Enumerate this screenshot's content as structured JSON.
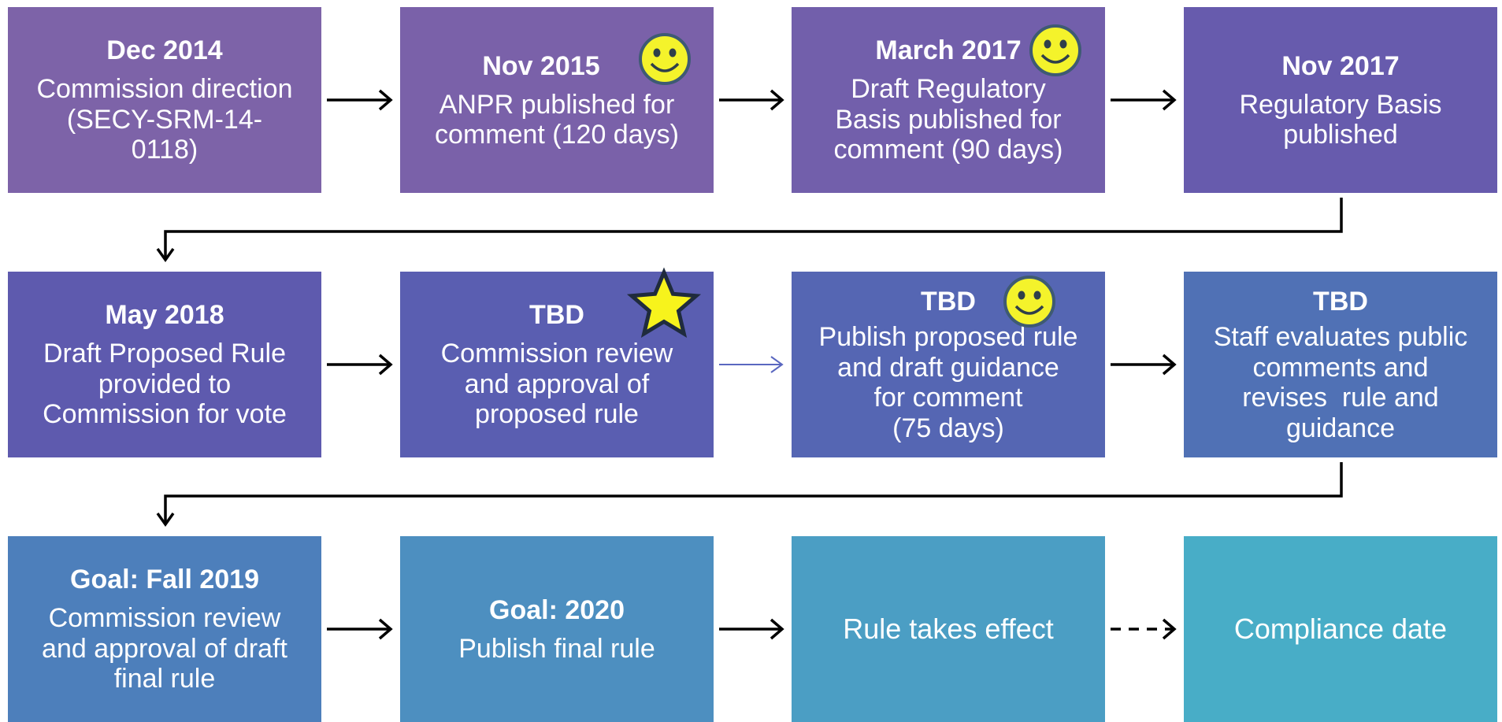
{
  "steps": [
    {
      "date": "Dec 2014",
      "lines": [
        "Commission direction",
        "(SECY-SRM-14-",
        "0118)"
      ],
      "color": "#7d63a8"
    },
    {
      "date": "Nov 2015",
      "lines": [
        "ANPR published for",
        "comment (120 days)"
      ],
      "color": "#7a61a9"
    },
    {
      "date": "March 2017",
      "lines": [
        "Draft Regulatory",
        "Basis published for",
        "comment (90 days)"
      ],
      "color": "#725fab"
    },
    {
      "date": "Nov 2017",
      "lines": [
        "Regulatory Basis",
        "published"
      ],
      "color": "#675bad"
    },
    {
      "date": "May 2018",
      "lines": [
        "Draft Proposed Rule",
        "provided to",
        "Commission for vote"
      ],
      "color": "#5e5aae"
    },
    {
      "date": "TBD",
      "lines": [
        "Commission review",
        "and approval of",
        "proposed rule"
      ],
      "color": "#5a5eb1"
    },
    {
      "date": "TBD",
      "lines": [
        "Publish proposed rule",
        "and draft guidance",
        "for comment",
        "(75 days)"
      ],
      "color": "#5566b3"
    },
    {
      "date": "TBD",
      "lines": [
        "Staff evaluates public",
        "comments and",
        "revises  rule and",
        "guidance"
      ],
      "color": "#5071b5"
    },
    {
      "date": "Goal: Fall 2019",
      "lines": [
        "Commission review",
        "and approval of draft",
        "final rule"
      ],
      "color": "#4d7fbb"
    },
    {
      "date": "Goal: 2020",
      "lines": [
        "Publish final rule"
      ],
      "color": "#4d8fc0"
    },
    {
      "date": "",
      "lines": [
        "Rule takes effect"
      ],
      "color": "#4b9ec4"
    },
    {
      "date": "",
      "lines": [
        "Compliance date"
      ],
      "color": "#48adc7"
    }
  ],
  "markers": [
    {
      "icon": "smiley-icon",
      "step": 2
    },
    {
      "icon": "smiley-icon",
      "step": 3
    },
    {
      "icon": "star-icon",
      "step": 6
    },
    {
      "icon": "smiley-icon",
      "step": 7
    }
  ],
  "colors": {
    "arrow": "#000000",
    "arrow_highlight": "#5a67c0",
    "smiley_face": "#f4f32b",
    "smiley_outline": "#3e5a73",
    "star_fill": "#f7f31c",
    "star_outline": "#1f2b3d"
  }
}
